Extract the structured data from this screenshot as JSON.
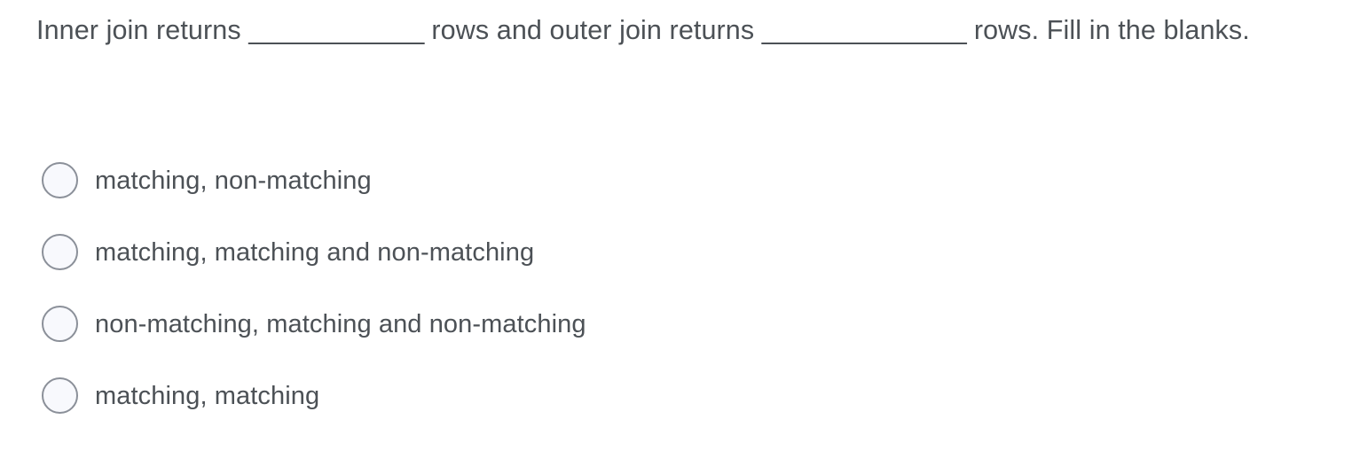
{
  "question": {
    "text_before_blank1": "Inner join returns ",
    "blank1": "____________",
    "text_between_blanks": " rows and outer join returns ",
    "blank2": "______________",
    "text_after_blank2": " rows. Fill in the blanks.",
    "full_text": "Inner join returns ____________ rows and outer join returns ______________ rows. Fill in the blanks."
  },
  "options": [
    {
      "id": "option-1",
      "label": "matching, non-matching",
      "selected": false
    },
    {
      "id": "option-2",
      "label": "matching, matching and non-matching",
      "selected": false
    },
    {
      "id": "option-3",
      "label": "non-matching, matching and non-matching",
      "selected": false
    },
    {
      "id": "option-4",
      "label": "matching, matching",
      "selected": false
    }
  ],
  "colors": {
    "background": "#ffffff",
    "text": "#4c5156",
    "radio_border": "#8b9099",
    "radio_fill": "#f8f9fd"
  }
}
